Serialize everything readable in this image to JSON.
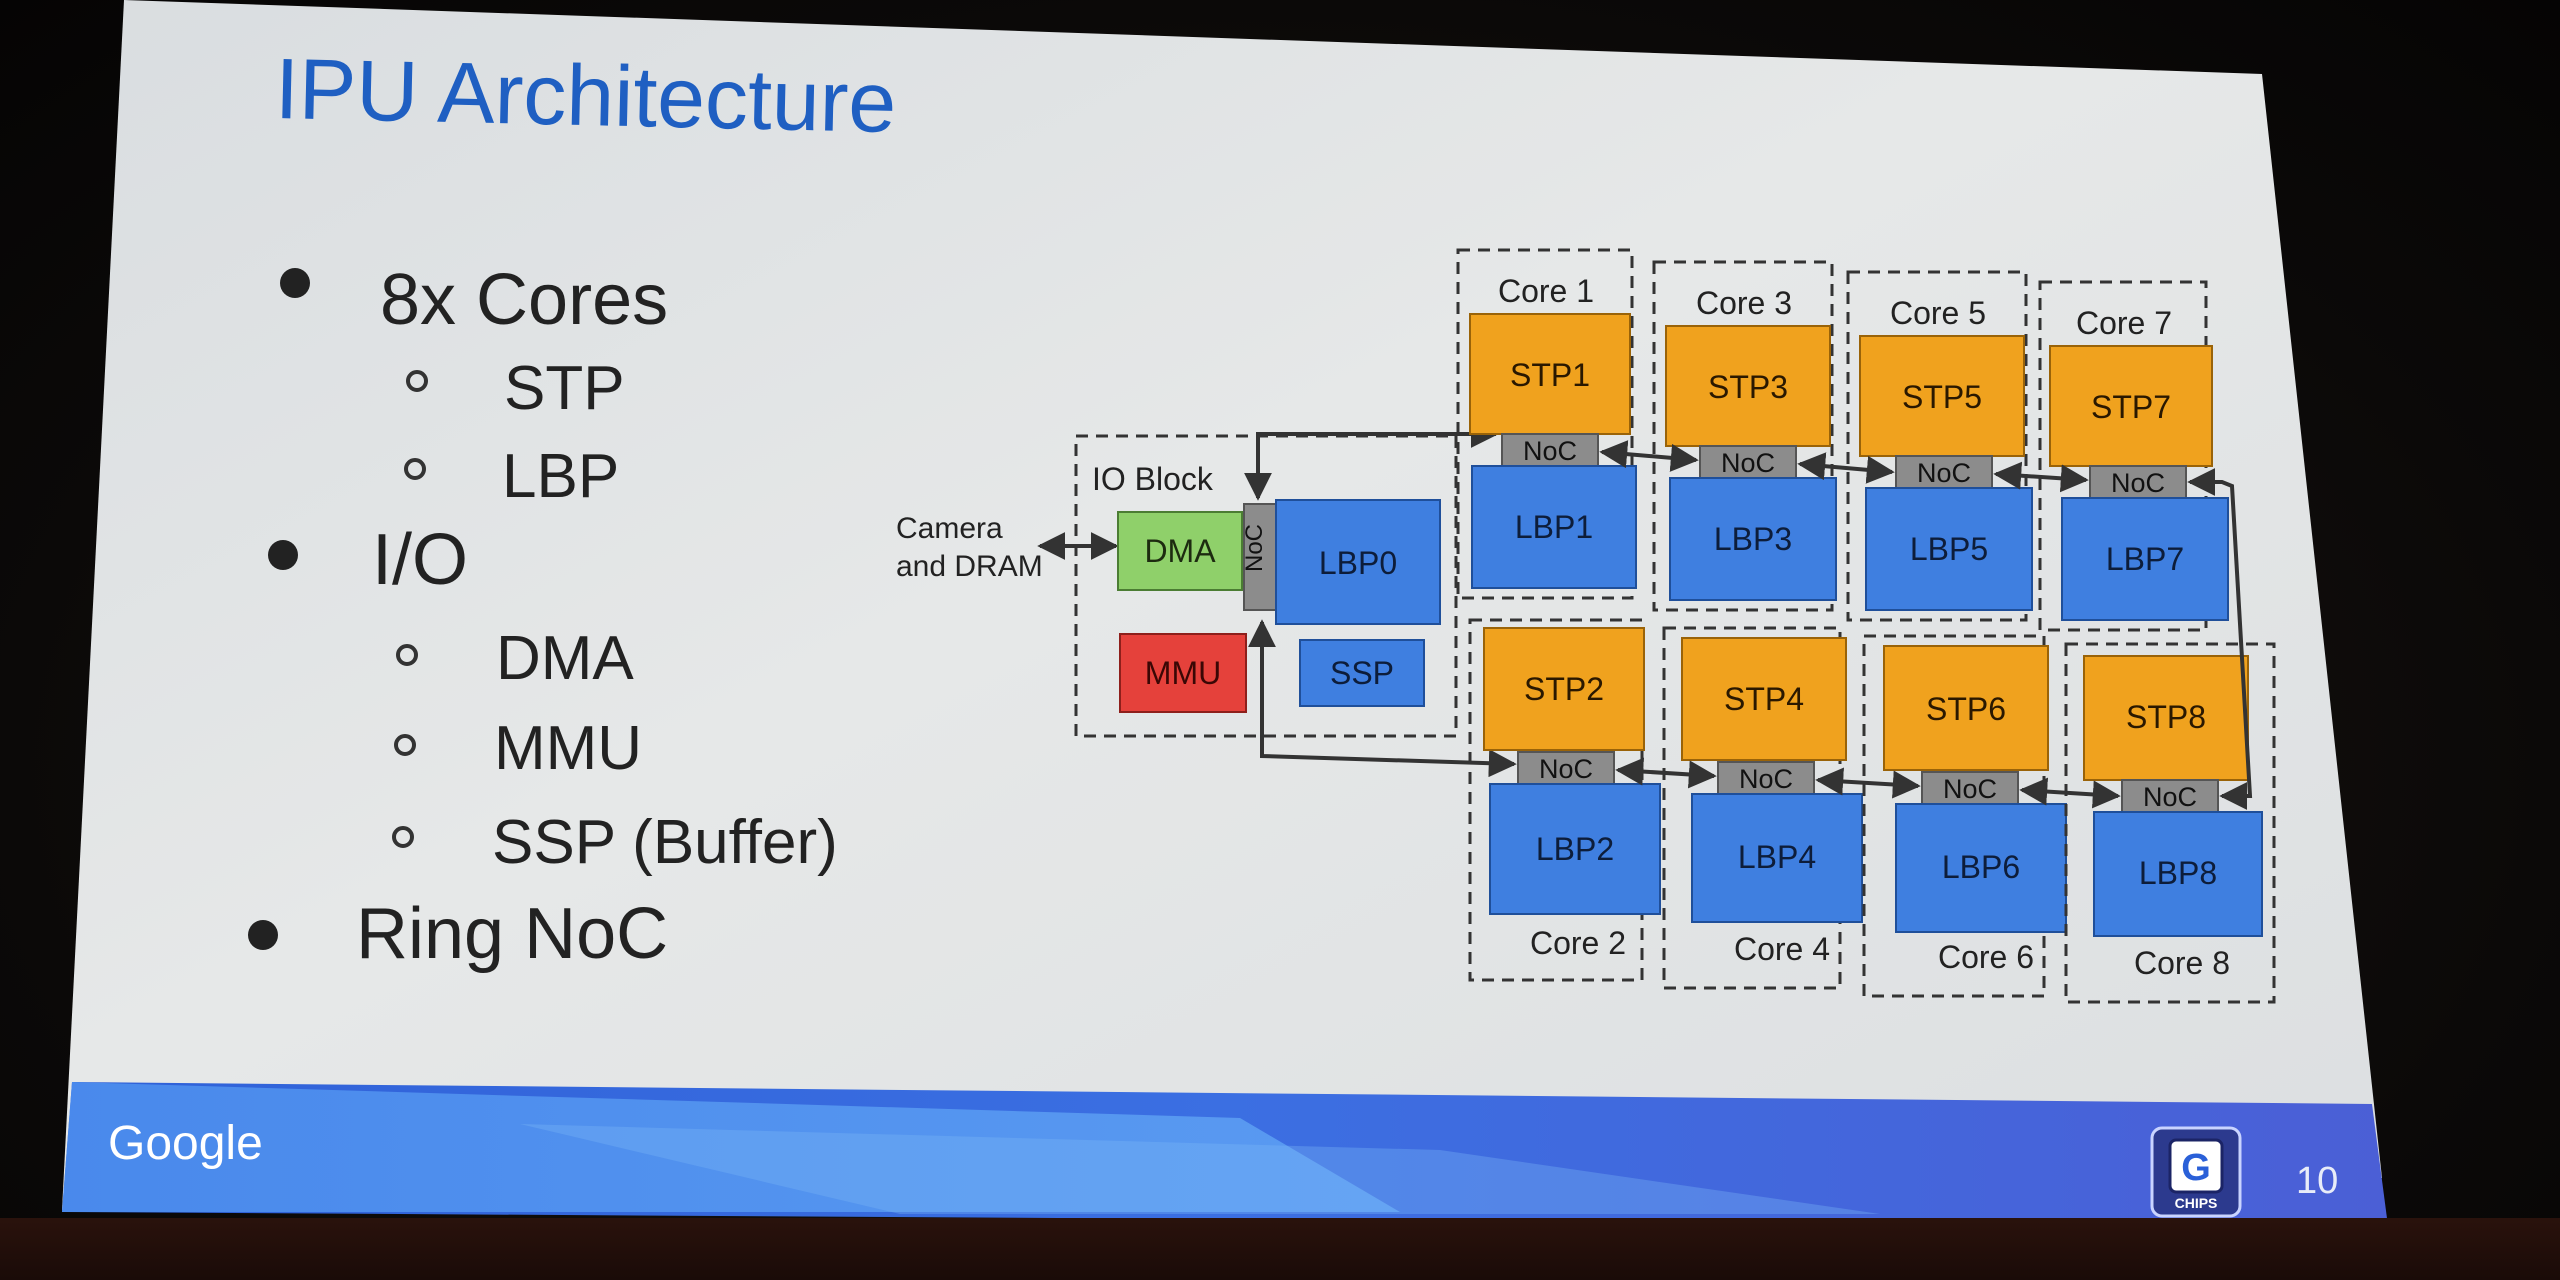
{
  "slide": {
    "title": "IPU Architecture",
    "bullets": [
      {
        "text": "8x Cores",
        "level": 1
      },
      {
        "text": "STP",
        "level": 2
      },
      {
        "text": "LBP",
        "level": 2
      },
      {
        "text": "I/O",
        "level": 1
      },
      {
        "text": "DMA",
        "level": 2
      },
      {
        "text": "MMU",
        "level": 2
      },
      {
        "text": "SSP (Buffer)",
        "level": 2
      },
      {
        "text": "Ring NoC",
        "level": 1
      }
    ],
    "footer": {
      "logo": "Google",
      "page_number": "10",
      "badge_letter": "G",
      "badge_text": "CHIPS"
    }
  },
  "diagram": {
    "external_label_line1": "Camera",
    "external_label_line2": "and DRAM",
    "io_block": {
      "label": "IO Block",
      "dma": "DMA",
      "noc": "NoC",
      "lbp0": "LBP0",
      "mmu": "MMU",
      "ssp": "SSP"
    },
    "cores": [
      {
        "name": "Core 1",
        "stp": "STP1",
        "noc": "NoC",
        "lbp": "LBP1"
      },
      {
        "name": "Core 3",
        "stp": "STP3",
        "noc": "NoC",
        "lbp": "LBP3"
      },
      {
        "name": "Core 5",
        "stp": "STP5",
        "noc": "NoC",
        "lbp": "LBP5"
      },
      {
        "name": "Core 7",
        "stp": "STP7",
        "noc": "NoC",
        "lbp": "LBP7"
      },
      {
        "name": "Core 2",
        "stp": "STP2",
        "noc": "NoC",
        "lbp": "LBP2"
      },
      {
        "name": "Core 4",
        "stp": "STP4",
        "noc": "NoC",
        "lbp": "LBP4"
      },
      {
        "name": "Core 6",
        "stp": "STP6",
        "noc": "NoC",
        "lbp": "LBP6"
      },
      {
        "name": "Core 8",
        "stp": "STP8",
        "noc": "NoC",
        "lbp": "LBP8"
      }
    ]
  },
  "colors": {
    "stp": "#f0a21e",
    "lbp": "#3f7fe0",
    "dma": "#8fd06a",
    "mmu": "#e5413b",
    "noc": "#8c8c8c",
    "title": "#1f5fc2",
    "footer_band": "#3a6ee0"
  }
}
